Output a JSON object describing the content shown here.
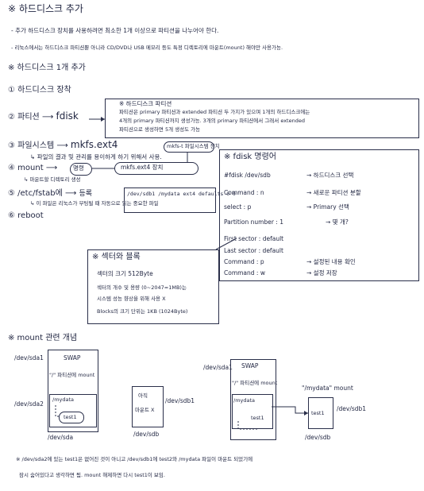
{
  "page": {
    "title": "※ 하드디스크 추가",
    "intro_line1": "- 추가 하드디스크 장치를 사용하려면 최소한 1개 이상으로 파티션을 나누어야 한다.",
    "intro_line2": "- 리눅스에서는 하드디스크 파티션뿐 아니라 CD/DVD나 USB 메모리 등도 특정 디렉토리에 마운트(mount) 해야만 사용가능.",
    "sub_title": "※ 하드디스크 1개 추가"
  },
  "steps": [
    {
      "num": "①",
      "label": "하드디스크 장착"
    },
    {
      "num": "②",
      "label": "파티션",
      "arrow_to": "fdisk"
    },
    {
      "num": "③",
      "label": "파일시스템",
      "arrow_to": "mkfs.ext4"
    },
    {
      "num": "④",
      "label": "mount",
      "arrow_to": "명령"
    },
    {
      "num": "⑤",
      "label": "/etc/fstab에",
      "arrow_to": "등록"
    },
    {
      "num": "⑥",
      "label": "reboot"
    }
  ],
  "step_notes": {
    "step3_note": "파일의 결과 및 관리를 용이하게 하기 위해서 사용.",
    "step3_box": "mkfs.ext4 장치",
    "step3_small": "mkfs-t 파일시스템 장치",
    "step4_note": "마운트할 디렉토리 생성",
    "step5_entry": "/dev/sdb1 /mydata ext4 defaults 0 0",
    "step5_note": "이 파일은 리눅스가 부팅될 때 자동으로 읽는 중요한 파일"
  },
  "partition_note": {
    "heading": "※ 하드디스크 파티션",
    "line1": "파티션은 primary 파티션과 extended 파티션 두 가지가 있으며 1개의 하드디스크에는",
    "line2": "4개의 primary 파티션까지 생성가능. 3개의 primary 파티션에서 그래서 extended",
    "line3": "파티션으로 생성하면 5개 생성도 가능"
  },
  "fdisk": {
    "heading": "※ fdisk 명령어",
    "rows": [
      {
        "cmd": "#fdisk /dev/sdb",
        "desc": "하드디스크 선택"
      },
      {
        "cmd": "Command : n",
        "desc": "새로운 파티션 분할"
      },
      {
        "cmd": "select : p",
        "desc": "Primary 선택"
      },
      {
        "cmd": "Partition number : 1",
        "desc": "몇 개?"
      },
      {
        "cmd": "First sector : default",
        "desc": ""
      },
      {
        "cmd": "Last sector : default",
        "desc": ""
      },
      {
        "cmd": "Command : p",
        "desc": "설정된 내용 확인"
      },
      {
        "cmd": "Command : w",
        "desc": "설정 저장"
      }
    ]
  },
  "sector": {
    "heading": "※ 섹터와 블록",
    "line1": "섹터의 크기 512Byte",
    "line2": "섹터의 개수 및 용량 (0~2047=1MB)는",
    "line3": "시스템 성능 향상을 위해 사용 X",
    "line4": "Blocks의 크기 단위는 1KB (1024Byte)"
  },
  "mount_concept": {
    "heading": "※ mount 관련 개념",
    "diag1": {
      "dev_sda1": "/dev/sda1",
      "swap": "SWAP",
      "root_label": "\"/\" 파티션에 mount",
      "dev_sda2": "/dev/sda2",
      "mydata": "/mydata",
      "test1": "test1",
      "dev_sda": "/dev/sda"
    },
    "diag2": {
      "inner1": "아직",
      "inner2": "마운트 X",
      "dev_sdb1": "/dev/sdb1",
      "dev_sdb": "/dev/sdb"
    },
    "diag3": {
      "dev_sda1": "/dev/sda1",
      "swap": "SWAP",
      "root_label": "\"/\" 파티션에 mount",
      "mydata": "/mydata",
      "test1": "test1",
      "top_label": "\"/mydata\" mount",
      "test1_right": "test1",
      "dev_sdb1": "/dev/sdb1",
      "dev_sdb": "/dev/sdb"
    }
  },
  "footer": {
    "line1": "※ /dev/sda2에 있는 test1은 없어진 것이 아니고 /dev/sdb1에 test2와 /mydata 파일이 마운트 되었기에",
    "line2": "잠시 숨어있다고 생각하면 됨. mount 해제하면 다시 test1이 보임."
  }
}
